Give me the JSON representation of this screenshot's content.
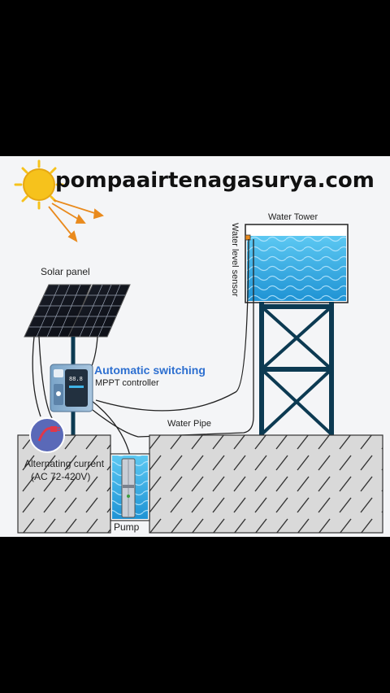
{
  "site_title": "pompaairtenagasurya.com",
  "labels": {
    "solar_panel": "Solar panel",
    "water_tower": "Water Tower",
    "water_level_sensor": "Water  level sensor",
    "automatic_switching": "Automatic switching",
    "mppt_controller": "MPPT controller",
    "water_pipe": "Water Pipe",
    "alternating_current": "Alternating current",
    "ac_range": "(AC 72-420V)",
    "pump": "Pump"
  },
  "colors": {
    "accent": "#2d6fd0",
    "water": "#3fb3e6",
    "steel": "#0c3a52",
    "ground_fill": "#d8d8d8",
    "sun": "#f6c21c",
    "sun_ray": "#e98a1d",
    "ac_badge": "#5a69b8",
    "ac_plug": "#e0374a"
  },
  "icons": {
    "sun": "sun-icon",
    "ac_plug": "power-plug-icon"
  }
}
